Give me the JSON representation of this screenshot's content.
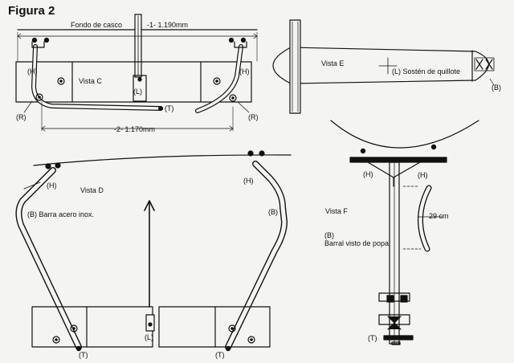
{
  "figure": {
    "title": "Figura 2"
  },
  "top_left": {
    "hull_bottom": "Fondo de casco",
    "dim1": "-1-  1.190mm",
    "dim2": "-2- 1.170mm",
    "view": "Vista C",
    "part_H_left": "(H)",
    "part_H_right": "(H)",
    "part_R_left": "(R)",
    "part_R_right": "(R)",
    "part_L": "(L)",
    "part_T": "(T)"
  },
  "top_right": {
    "view": "Vista E",
    "keel_support": "(L) Sostén de quillote",
    "part_B": "(B)"
  },
  "bottom_left": {
    "view": "Vista D",
    "bar_label": "(B)  Barra acero inox.",
    "part_H_left": "(H)",
    "part_H_right": "(H)",
    "part_B_right": "(B)",
    "part_L": "(L)",
    "part_T_left": "(T)",
    "part_T_right": "(T)"
  },
  "bottom_right": {
    "view": "Vista F",
    "part_H_left": "(H)",
    "part_H_right": "(H)",
    "radius": "29 cm",
    "part_B": "(B)",
    "stern_rail": "Barral visto de popa",
    "part_T": "(T)"
  }
}
